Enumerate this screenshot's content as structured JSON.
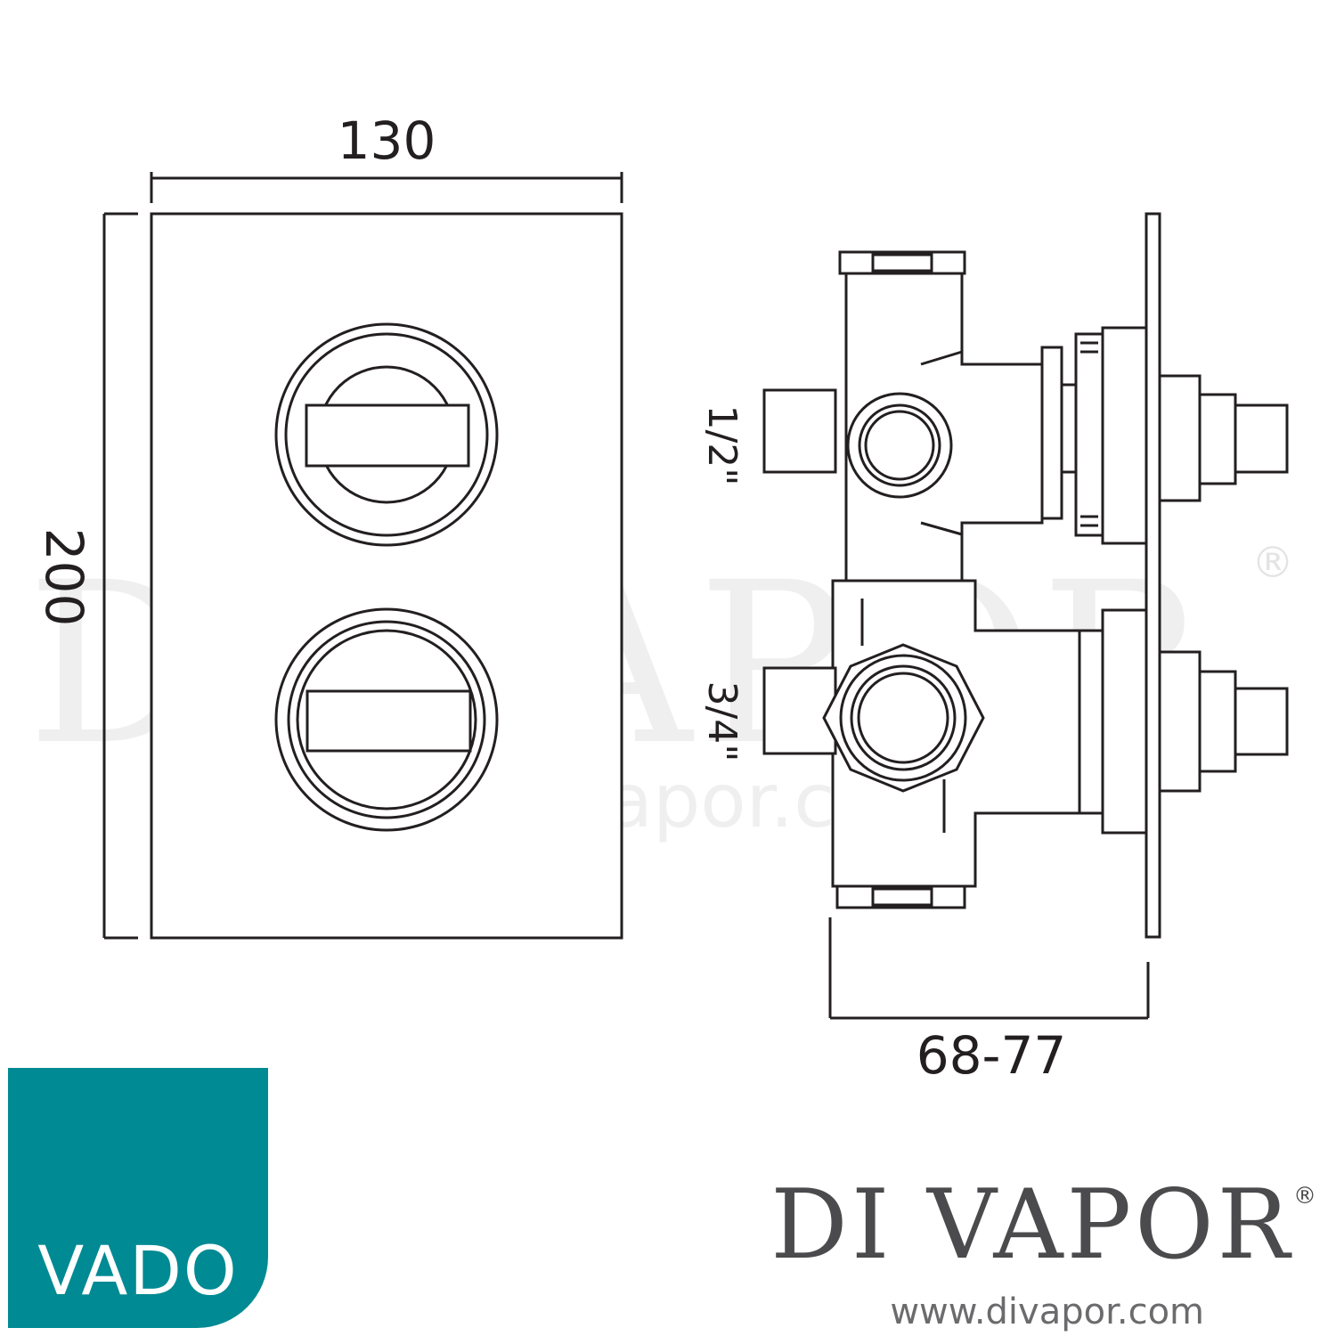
{
  "dimensions": {
    "width": "130",
    "height": "200",
    "depth": "68-77"
  },
  "threads": {
    "upper": "1/2\"",
    "lower": "3/4\""
  },
  "watermark": {
    "brand": "DI VAPOR",
    "reg_mark": "®",
    "url": "www.divapor.com"
  },
  "logo": {
    "name": "VADO",
    "color": "#008a93"
  },
  "brand": {
    "name": "DI VAPOR",
    "reg_mark": "®",
    "url": "www.divapor.com"
  }
}
